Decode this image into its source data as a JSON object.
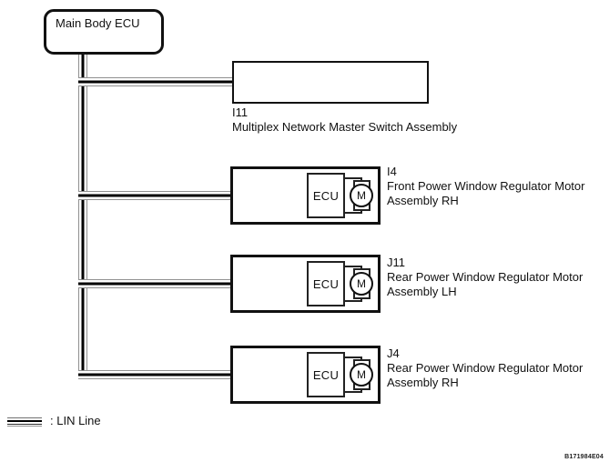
{
  "colors": {
    "ink": "#111111",
    "lin_gray": "#909090",
    "background": "#ffffff"
  },
  "root": {
    "label": "Main Body ECU"
  },
  "nodes": [
    {
      "code": "I11",
      "name_lines": [
        "Multiplex Network Master Switch Assembly"
      ]
    },
    {
      "code": "I4",
      "name_lines": [
        "Front Power Window Regulator Motor",
        "Assembly RH"
      ],
      "ecu_label": "ECU",
      "motor_label": "M"
    },
    {
      "code": "J11",
      "name_lines": [
        "Rear Power Window Regulator Motor",
        "Assembly LH"
      ],
      "ecu_label": "ECU",
      "motor_label": "M"
    },
    {
      "code": "J4",
      "name_lines": [
        "Rear Power Window Regulator Motor",
        "Assembly RH"
      ],
      "ecu_label": "ECU",
      "motor_label": "M"
    }
  ],
  "legend": {
    "label": ": LIN Line"
  },
  "footer": {
    "code": "B171984E04"
  }
}
